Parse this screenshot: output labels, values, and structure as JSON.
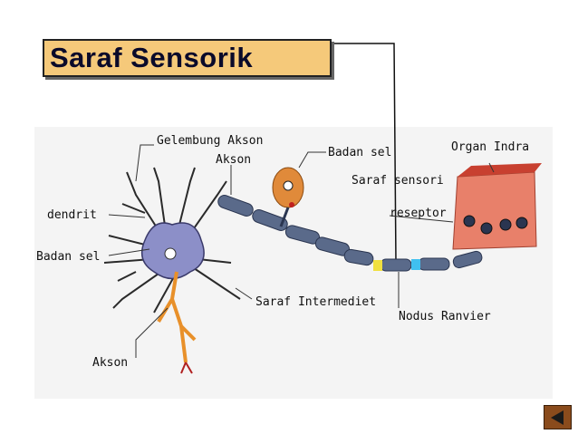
{
  "title": "Saraf Sensorik",
  "labels": {
    "gelembung_akson": "Gelembung Akson",
    "akson_top": "Akson",
    "dendrit": "dendrit",
    "badan_sel_left": "Badan sel",
    "akson_bottom": "Akson",
    "badan_sel_mid": "Badan sel",
    "saraf_sensori": "Saraf sensori",
    "reseptor": "reseptor",
    "organ_indra": "Organ Indra",
    "saraf_intermediet": "Saraf Intermediet",
    "nodus_ranvier": "Nodus Ranvier"
  },
  "nav": {
    "back_icon": "triangle-left-icon"
  },
  "colors": {
    "title_bg": "#f5c97a",
    "neuron": "#8c8fc8",
    "axon_segment": "#5a6a8a",
    "cell_body": "#e08a3a",
    "organ": "#e06a50",
    "back_button": "#8a4b1c"
  }
}
